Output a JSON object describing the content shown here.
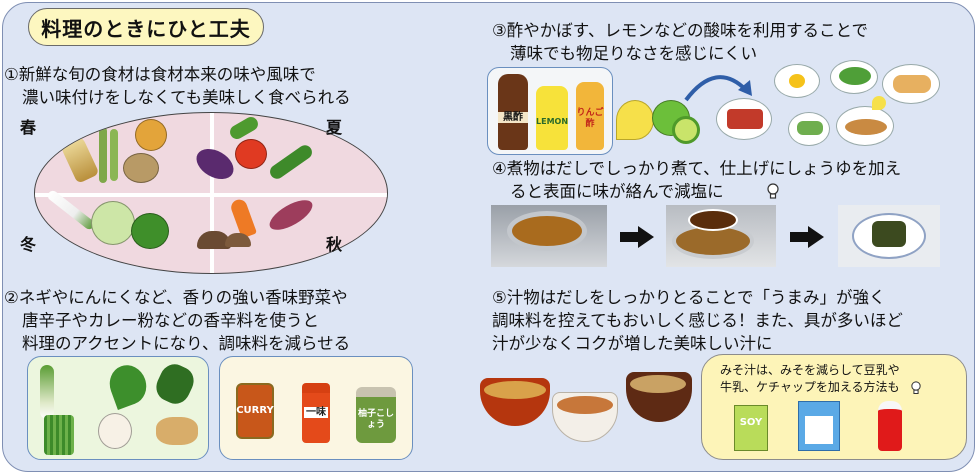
{
  "title": "料理のときにひと工夫",
  "sections": {
    "s1": {
      "line1": "①新鮮な旬の食材は食材本来の味や風味で",
      "line2": "濃い味付けをしなくても美味しく食べられる",
      "seasons": {
        "spring": "春",
        "summer": "夏",
        "autumn": "秋",
        "winter": "冬"
      }
    },
    "s2": {
      "line1": "②ネギやにんにくなど、香りの強い香味野菜や",
      "line2": "唐辛子やカレー粉などの香辛料を使うと",
      "line3": "料理のアクセントになり、調味料を減らせる",
      "spice_labels": {
        "curry": "CURRY",
        "ichimi": "一味",
        "yuzu": "柚子こしょう"
      }
    },
    "s3": {
      "line1": "③酢やかぼす、レモンなどの酸味を利用することで",
      "line2": "薄味でも物足りなさを感じにくい",
      "bottle_labels": {
        "kurozu": "黒酢",
        "lemon": "LEMON",
        "ringo": "りんご酢"
      }
    },
    "s4": {
      "line1": "④煮物はだしでしっかり煮て、仕上げにしょうゆを加え",
      "line2": "ると表面に味が絡んで減塩に"
    },
    "s5": {
      "line1": "⑤汁物はだしをしっかりとることで「うまみ」が強く",
      "line2": "調味料を控えてもおいしく感じる！また、具が多いほど",
      "line3": "汁が少なくコクが増した美味しい汁に",
      "note_line1": "みそ汁は、みそを減らして豆乳や",
      "note_line2": "牛乳、ケチャップを加える方法も",
      "pack_label": "SOY"
    }
  },
  "colors": {
    "panel_bg": "#dde5f4",
    "title_bg": "#fdf7c0",
    "oval_bg": "#f0d9e0",
    "note_bg": "#fdf4b8"
  },
  "icons": [
    "lightbulb-icon",
    "arrow-right-icon",
    "curved-arrow-icon"
  ]
}
